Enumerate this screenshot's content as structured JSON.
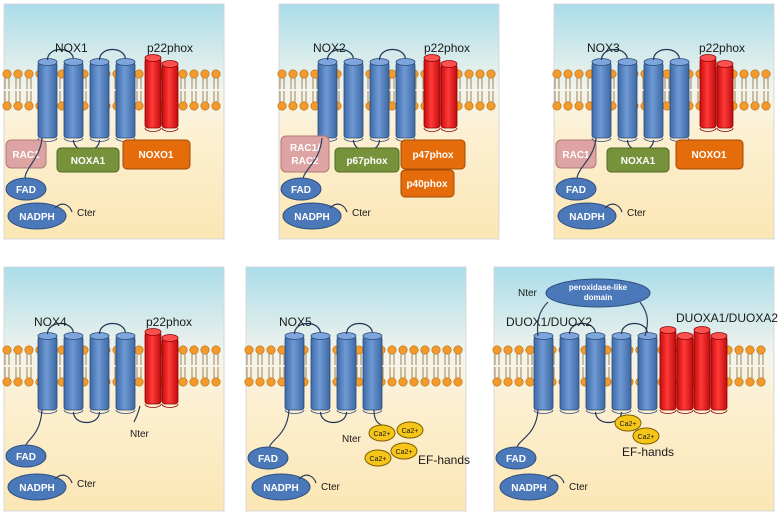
{
  "panels": {
    "nox1": {
      "enzyme": "NOX1",
      "partner": "p22phox",
      "rac": "RAC1",
      "organizer1": "NOXA1",
      "organizer2": "NOXO1",
      "fad": "FAD",
      "nadph": "NADPH",
      "cter": "Cter"
    },
    "nox2": {
      "enzyme": "NOX2",
      "partner": "p22phox",
      "rac_line1": "RAC1/",
      "rac_line2": "RAC2",
      "activator": "p67phox",
      "organizer": "p47phox",
      "extra": "p40phox",
      "fad": "FAD",
      "nadph": "NADPH",
      "cter": "Cter"
    },
    "nox3": {
      "enzyme": "NOX3",
      "partner": "p22phox",
      "rac": "RAC1",
      "organizer1": "NOXA1",
      "organizer2": "NOXO1",
      "fad": "FAD",
      "nadph": "NADPH",
      "cter": "Cter"
    },
    "nox4": {
      "enzyme": "NOX4",
      "partner": "p22phox",
      "nter": "Nter",
      "fad": "FAD",
      "nadph": "NADPH",
      "cter": "Cter"
    },
    "nox5": {
      "enzyme": "NOX5",
      "nter": "Nter",
      "ca": "Ca2+",
      "efhands": "EF-hands",
      "fad": "FAD",
      "nadph": "NADPH",
      "cter": "Cter"
    },
    "duox": {
      "enzyme": "DUOX1/DUOX2",
      "partner": "DUOXA1/DUOXA2",
      "nter": "Nter",
      "peroxidase_line1": "peroxidase-like",
      "peroxidase_line2": "domain",
      "ca": "Ca2+",
      "efhands": "EF-hands",
      "fad": "FAD",
      "nadph": "NADPH",
      "cter": "Cter"
    }
  },
  "colors": {
    "extracellular_top": "#a9dcea",
    "cytosol": "#fbe6b4",
    "lipid_head": "#f39a2c",
    "nox_blue": "#4f7fbf",
    "p22_red": "#ee1c1c",
    "rac_pink": "#dea3a3",
    "noxa_green": "#76933c",
    "noxo_orange": "#e46c0a",
    "calcium_yellow": "#f5c518"
  }
}
